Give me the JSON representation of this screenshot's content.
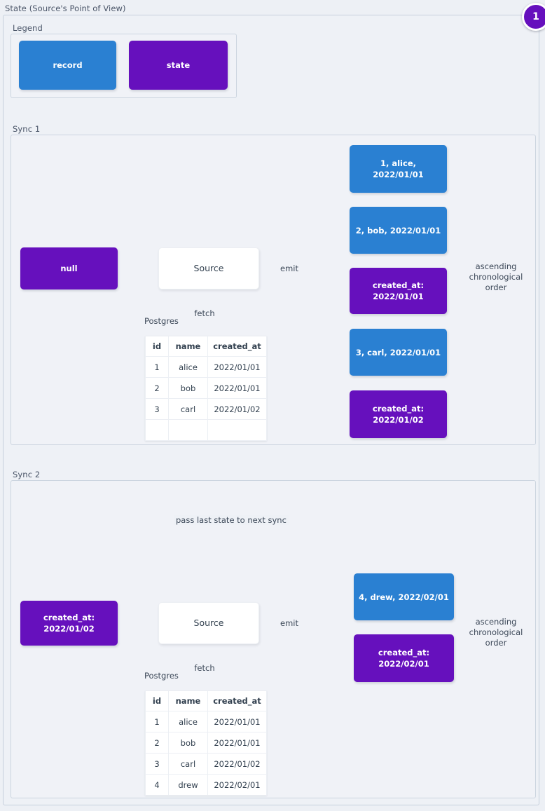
{
  "page": {
    "title": "State (Source's Point of View)",
    "background": "#edf0f5"
  },
  "badge": {
    "label": "1",
    "color": "#6610bd"
  },
  "colors": {
    "record": "#2a80d2",
    "state": "#6610bd",
    "edge": "#65788a",
    "frame_border": "#ccd5e0",
    "text": "#3c4858"
  },
  "legend": {
    "title": "Legend",
    "items": [
      {
        "label": "record",
        "kind": "record"
      },
      {
        "label": "state",
        "kind": "state"
      }
    ]
  },
  "sync1": {
    "title": "Sync 1",
    "state_in": "null",
    "source": "Source",
    "fetch_label": "fetch",
    "emit_label": "emit",
    "db_label": "Postgres",
    "order_label": "ascending\nchronological\norder",
    "table": {
      "columns": [
        "id",
        "name",
        "created_at"
      ],
      "rows": [
        [
          "1",
          "alice",
          "2022/01/01"
        ],
        [
          "2",
          "bob",
          "2022/01/01"
        ],
        [
          "3",
          "carl",
          "2022/01/02"
        ],
        [
          "",
          "",
          ""
        ]
      ]
    },
    "emitted": [
      {
        "kind": "record",
        "label": "1, alice, 2022/01/01"
      },
      {
        "kind": "record",
        "label": "2, bob, 2022/01/01"
      },
      {
        "kind": "state",
        "label": "created_at:\n2022/01/01"
      },
      {
        "kind": "record",
        "label": "3, carl, 2022/01/01"
      },
      {
        "kind": "state",
        "label": "created_at:\n2022/01/02"
      }
    ]
  },
  "sync2": {
    "title": "Sync 2",
    "state_in": "created_at:\n2022/01/02",
    "source": "Source",
    "fetch_label": "fetch",
    "emit_label": "emit",
    "db_label": "Postgres",
    "order_label": "ascending\nchronological\norder",
    "pass_state_label": "pass last state to next sync",
    "table": {
      "columns": [
        "id",
        "name",
        "created_at"
      ],
      "rows": [
        [
          "1",
          "alice",
          "2022/01/01"
        ],
        [
          "2",
          "bob",
          "2022/01/01"
        ],
        [
          "3",
          "carl",
          "2022/01/02"
        ],
        [
          "4",
          "drew",
          "2022/02/01"
        ]
      ]
    },
    "emitted": [
      {
        "kind": "record",
        "label": "4, drew, 2022/02/01"
      },
      {
        "kind": "state",
        "label": "created_at:\n2022/02/01"
      }
    ]
  }
}
